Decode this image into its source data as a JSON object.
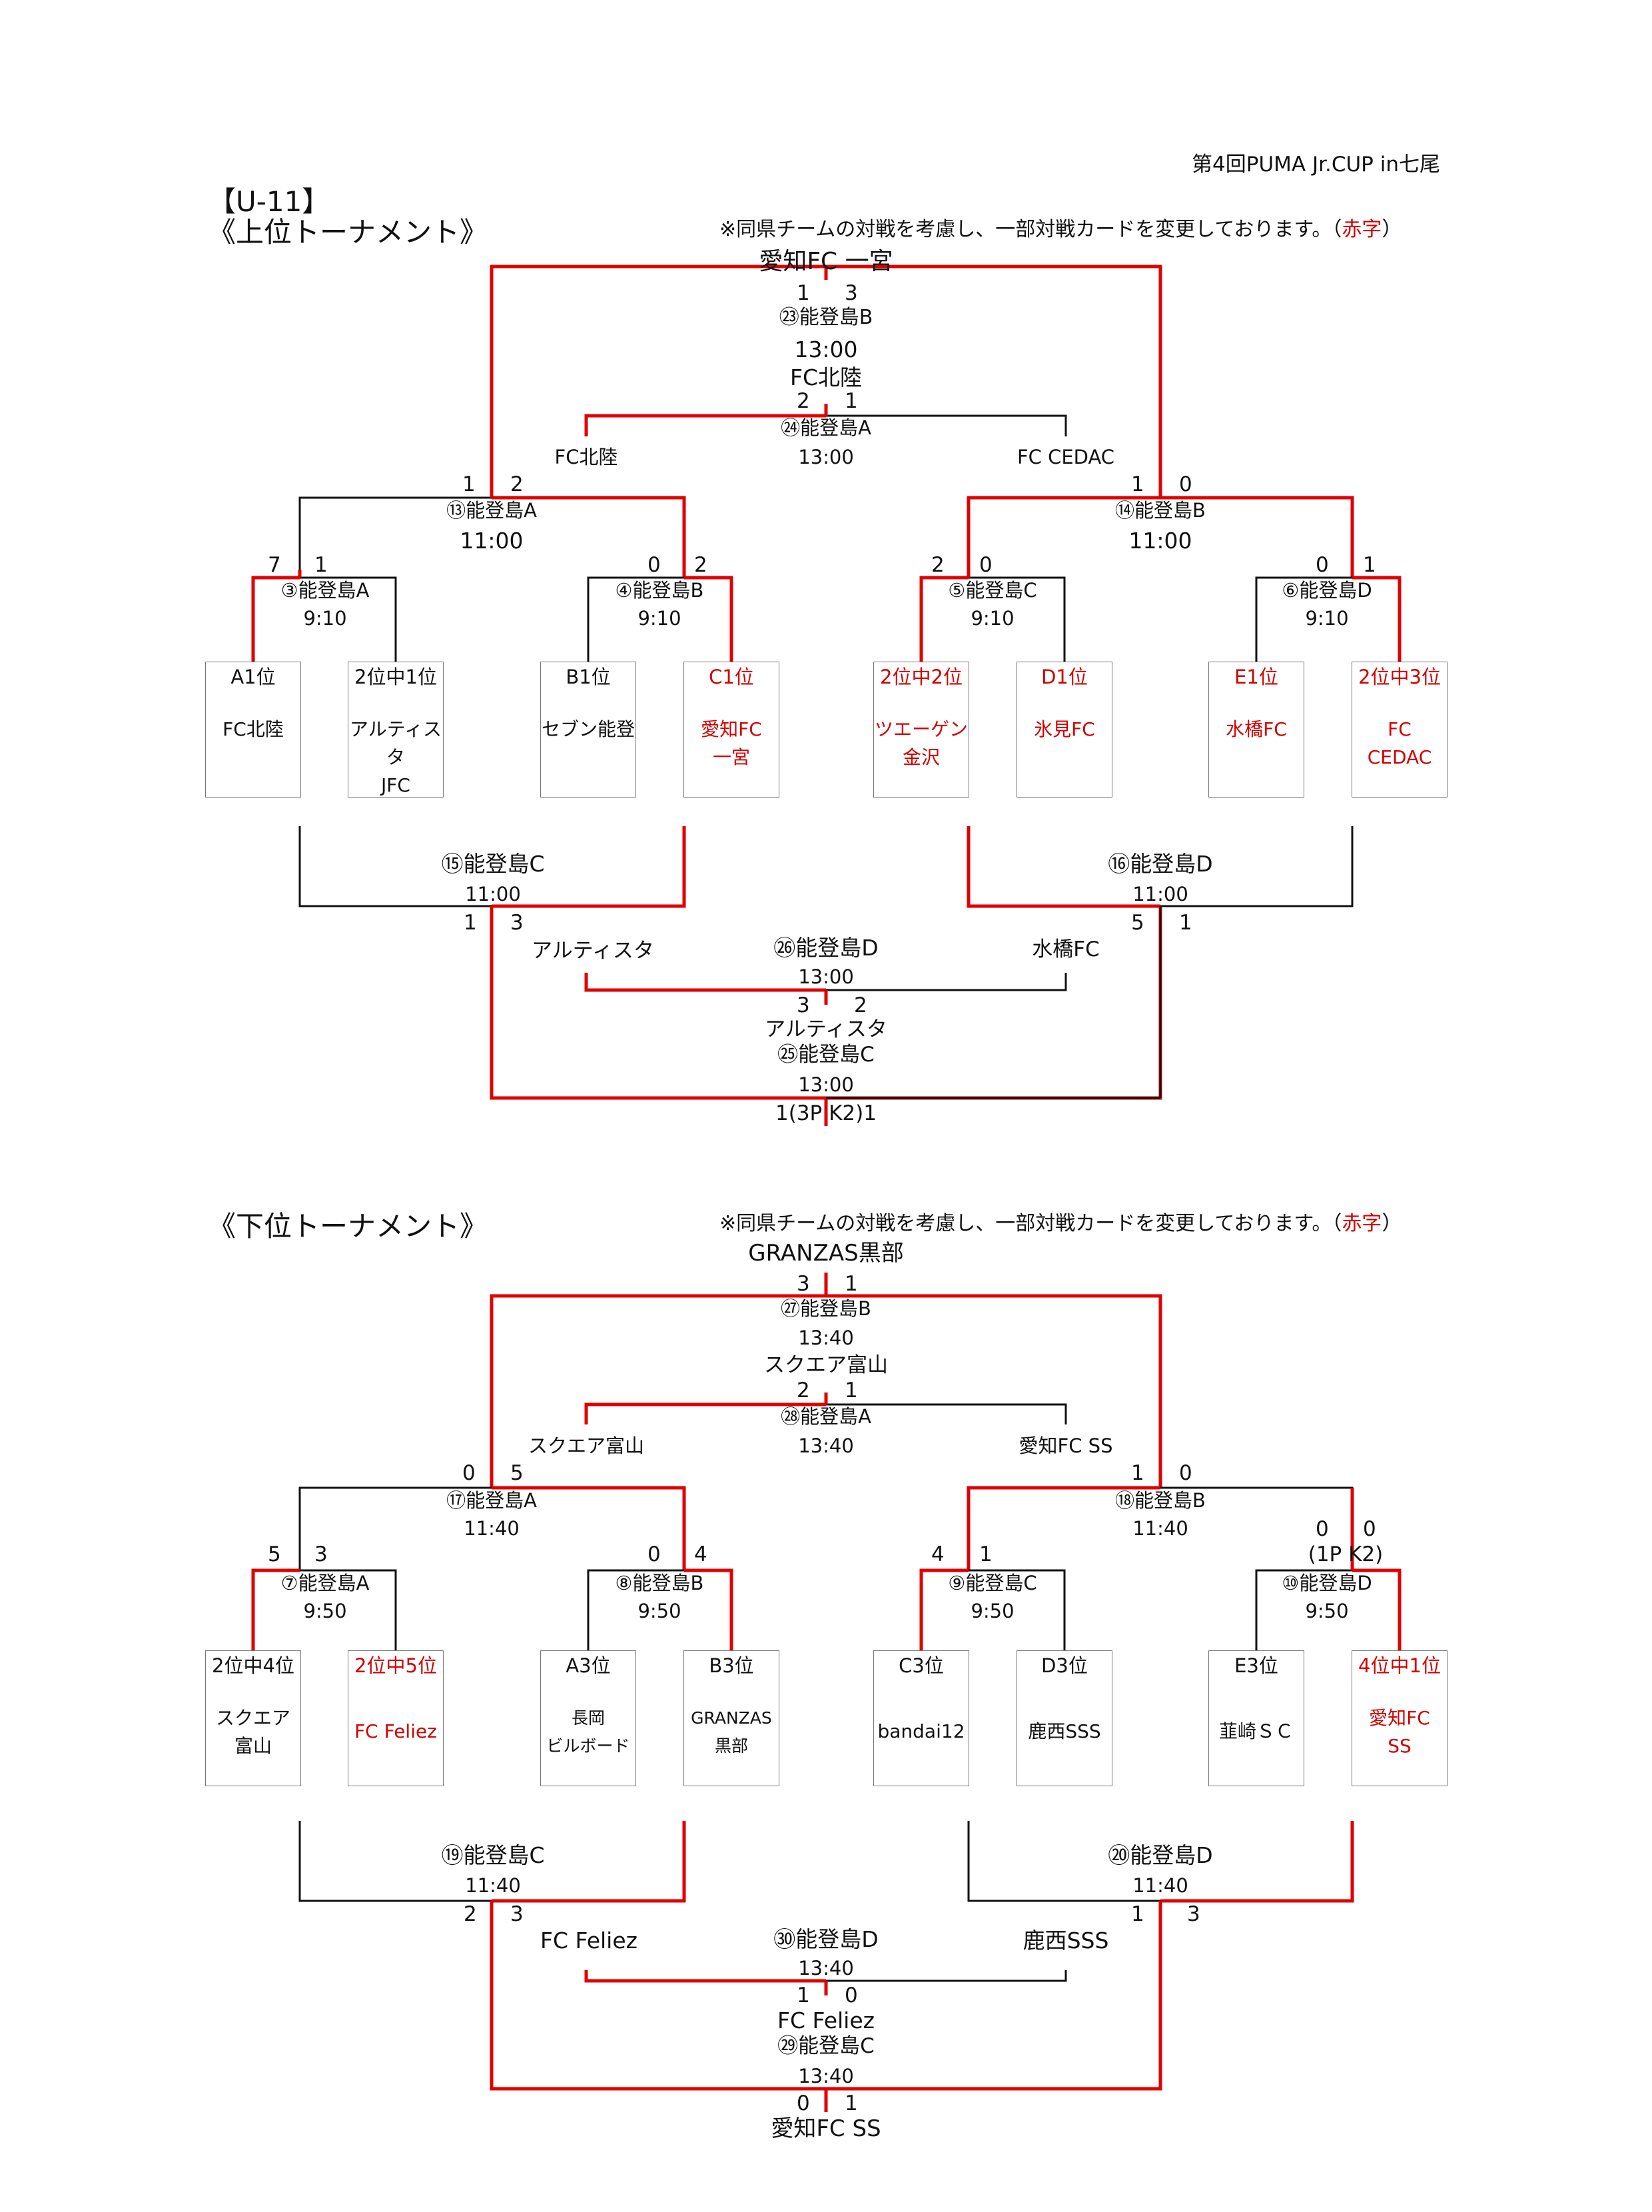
{
  "header": {
    "event": "第4回PUMA Jr.CUP in七尾",
    "category": "【U-11】"
  },
  "upper": {
    "title": "《上位トーナメント》",
    "note": "※同県チームの対戦を考慮し、一部対戦カードを変更しております。（",
    "note_red": "赤字",
    "note_end": "）",
    "champion": "愛知FC 一宮",
    "final": {
      "match": "㉓能登島B",
      "time": "13:00",
      "score_l": "1",
      "score_r": "3"
    },
    "third": {
      "winner": "FC北陸",
      "match": "㉔能登島A",
      "time": "13:00",
      "score_l": "2",
      "score_r": "1",
      "team_l": "FC北陸",
      "team_r": "FC CEDAC"
    },
    "semis": [
      {
        "match": "⑬能登島A",
        "time": "11:00",
        "score_l": "1",
        "score_r": "2"
      },
      {
        "match": "⑭能登島B",
        "time": "11:00",
        "score_l": "1",
        "score_r": "0"
      }
    ],
    "qf": [
      {
        "match": "③能登島A",
        "time": "9:10",
        "score_l": "7",
        "score_r": "1"
      },
      {
        "match": "④能登島B",
        "time": "9:10",
        "score_l": "0",
        "score_r": "2"
      },
      {
        "match": "⑤能登島C",
        "time": "9:10",
        "score_l": "2",
        "score_r": "0"
      },
      {
        "match": "⑥能登島D",
        "time": "9:10",
        "score_l": "0",
        "score_r": "1"
      }
    ],
    "teams": [
      {
        "rank": "A1位",
        "name": "FC北陸"
      },
      {
        "rank": "2位中1位",
        "name": "アルティスタ\nJFC"
      },
      {
        "rank": "B1位",
        "name": "セブン能登"
      },
      {
        "rank": "C1位",
        "name": "愛知FC\n一宮"
      },
      {
        "rank": "2位中2位",
        "name": "ツエーゲン\n金沢"
      },
      {
        "rank": "D1位",
        "name": "氷見FC"
      },
      {
        "rank": "E1位",
        "name": "水橋FC"
      },
      {
        "rank": "2位中3位",
        "name": "FC\nCEDAC"
      }
    ],
    "cons": [
      {
        "match": "⑮能登島C",
        "time": "11:00",
        "score_l": "1",
        "score_r": "3"
      },
      {
        "match": "⑯能登島D",
        "time": "11:00",
        "score_l": "5",
        "score_r": "1"
      }
    ],
    "cons_final_a": {
      "match": "㉖能登島D",
      "time": "13:00",
      "score_l": "3",
      "score_r": "2",
      "team_l": "アルティスタ",
      "team_r": "水橋FC",
      "winner": "アルティスタ"
    },
    "cons_final_b": {
      "match": "㉕能登島C",
      "time": "13:00",
      "result": "1(3P K2)1"
    }
  },
  "lower": {
    "title": "《下位トーナメント》",
    "note": "※同県チームの対戦を考慮し、一部対戦カードを変更しております。（",
    "note_red": "赤字",
    "note_end": "）",
    "champion": "GRANZAS黒部",
    "final": {
      "match": "㉗能登島B",
      "time": "13:40",
      "score_l": "3",
      "score_r": "1"
    },
    "third": {
      "winner": "スクエア富山",
      "match": "㉘能登島A",
      "time": "13:40",
      "score_l": "2",
      "score_r": "1",
      "team_l": "スクエア富山",
      "team_r": "愛知FC SS"
    },
    "semis": [
      {
        "match": "⑰能登島A",
        "time": "11:40",
        "score_l": "0",
        "score_r": "5"
      },
      {
        "match": "⑱能登島B",
        "time": "11:40",
        "score_l": "1",
        "score_r": "0"
      }
    ],
    "qf": [
      {
        "match": "⑦能登島A",
        "time": "9:50",
        "score_l": "5",
        "score_r": "3"
      },
      {
        "match": "⑧能登島B",
        "time": "9:50",
        "score_l": "0",
        "score_r": "4"
      },
      {
        "match": "⑨能登島C",
        "time": "9:50",
        "score_l": "4",
        "score_r": "1"
      },
      {
        "match": "⑩能登島D",
        "time": "9:50",
        "score_l": "0",
        "score_r": "0",
        "pk": "(1P K2)"
      }
    ],
    "teams": [
      {
        "rank": "2位中4位",
        "name": "スクエア\n富山"
      },
      {
        "rank": "2位中5位",
        "name": "FC Feliez"
      },
      {
        "rank": "A3位",
        "name": "長岡\nビルボード"
      },
      {
        "rank": "B3位",
        "name": "GRANZAS\n黒部"
      },
      {
        "rank": "C3位",
        "name": "bandai12"
      },
      {
        "rank": "D3位",
        "name": "鹿西SSS"
      },
      {
        "rank": "E3位",
        "name": "韮崎ＳＣ"
      },
      {
        "rank": "4位中1位",
        "name": "愛知FC\nSS"
      }
    ],
    "cons": [
      {
        "match": "⑲能登島C",
        "time": "11:40",
        "score_l": "2",
        "score_r": "3"
      },
      {
        "match": "⑳能登島D",
        "time": "11:40",
        "score_l": "1",
        "score_r": "3"
      }
    ],
    "cons_final_a": {
      "match": "㉚能登島D",
      "time": "13:40",
      "score_l": "1",
      "score_r": "0",
      "team_l": "FC Feliez",
      "team_r": "鹿西SSS",
      "winner": "FC Feliez"
    },
    "cons_final_b": {
      "match": "㉙能登島C",
      "time": "13:40",
      "score_l": "0",
      "score_r": "1",
      "winner": "愛知FC SS"
    }
  },
  "colors": {
    "winner_line": "#e00000",
    "loser_line": "#111111",
    "highlight_text": "#d20000"
  }
}
